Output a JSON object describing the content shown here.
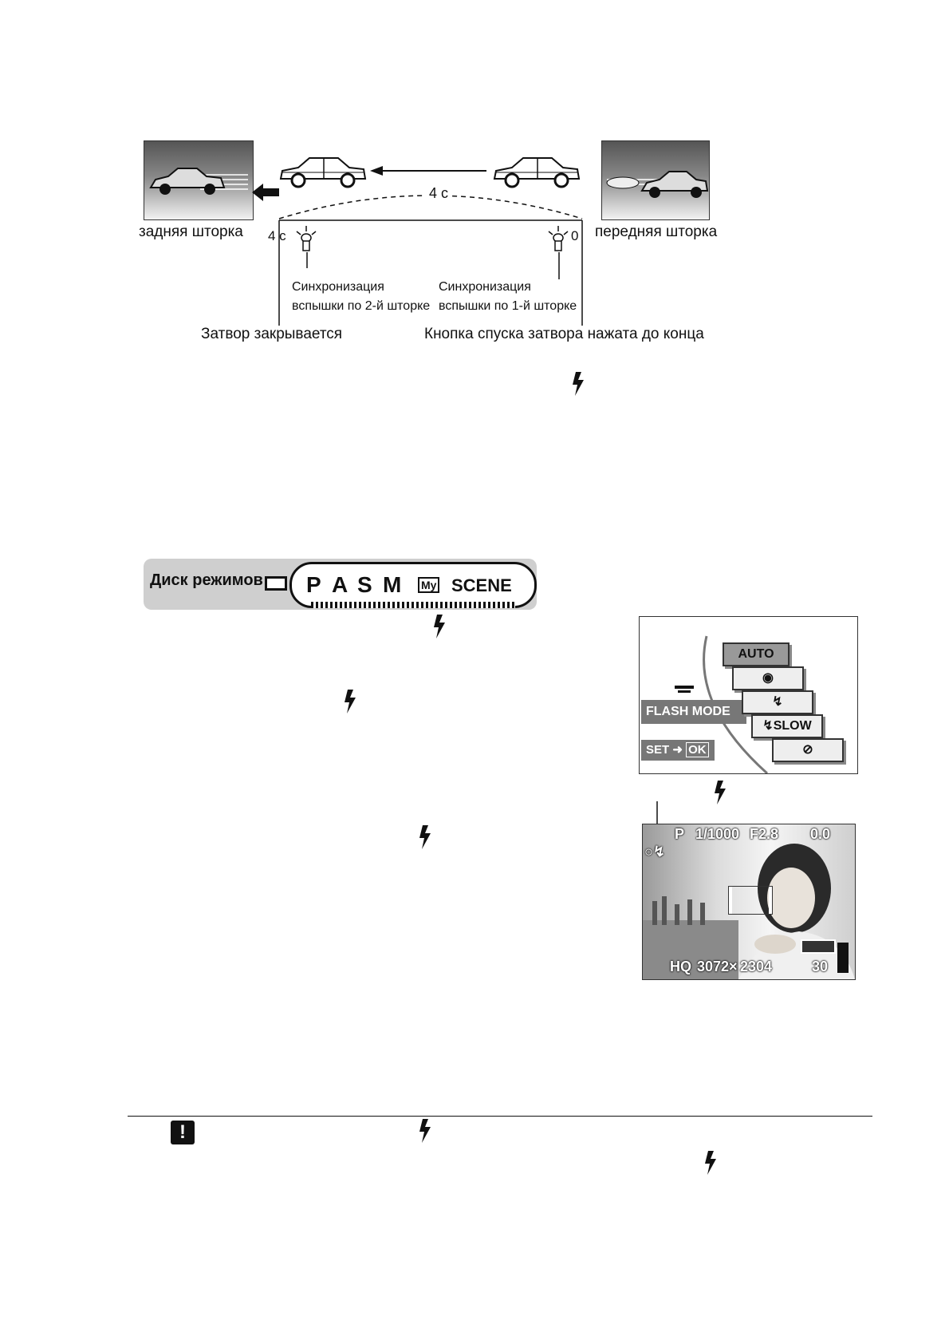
{
  "diagram": {
    "rear_curtain_label": "задняя шторка",
    "front_curtain_label": "передняя шторка",
    "duration_label": "4 с",
    "time_start_label": "4 с",
    "time_end_label": "0",
    "sync_second_line1": "Синхронизация",
    "sync_second_line2": "вспышки по 2-й шторке",
    "sync_first_line1": "Синхронизация",
    "sync_first_line2": "вспышки по 1-й шторке",
    "shutter_closes": "Затвор закрывается",
    "shutter_pressed": "Кнопка спуска затвора нажата до конца"
  },
  "mode_dial": {
    "label": "Диск режимов",
    "modes": [
      "P",
      "A",
      "S",
      "M",
      "My",
      "SCENE"
    ]
  },
  "flash_menu": {
    "title": "FLASH MODE",
    "set_hint": "SET",
    "ok": "OK",
    "options": [
      "AUTO",
      "eye-icon",
      "flash-icon",
      "SLOW",
      "flash-off-icon"
    ],
    "slow_label": "SLOW"
  },
  "viewfinder": {
    "mode": "P",
    "shutter": "1/1000",
    "aperture": "F2.8",
    "exposure": "0.0",
    "quality": "HQ",
    "resolution_w": "3072",
    "resolution_sep": "×",
    "resolution_h": "2304",
    "count": "30"
  }
}
